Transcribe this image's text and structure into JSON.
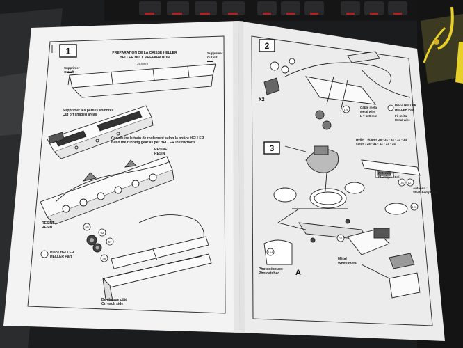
{
  "colors": {
    "background": "#1b1c1e",
    "paper": "#f3f3f3",
    "ink": "#2a2a2a",
    "keyboard_red": "#b02020",
    "cable_yellow": "#e8d02a"
  },
  "left_page": {
    "step_number": "1",
    "title_fr": "PREPARATION DE LA CAISSE HELLER",
    "title_en": "HELLER HULL PREPARATION",
    "dim_label": "15,8mm",
    "label_left_fr": "Supprimer",
    "label_left_en": "Cut off",
    "label_right_fr": "Supprimer",
    "label_right_en": "Cut off",
    "shaded_fr": "Supprimer les parties sombres",
    "shaded_en": "Cut off shaded areas",
    "gear_fr": "Construire le train de roulement selon la notice HELLER",
    "gear_en": "Build the running gear as per HELLER instructions",
    "resine_top_fr": "RESINE",
    "resine_top_en": "RESIN",
    "resine_bottom_fr": "RESINE",
    "resine_bottom_en": "RESIN",
    "heller_part_fr": "Pièce HELLER",
    "heller_part_en": "HELLER Part",
    "part_numbers": [
      "50",
      "62",
      "67",
      "48"
    ],
    "each_side_fr": "De chaque côté",
    "each_side_en": "On each side"
  },
  "right_page": {
    "step2_number": "2",
    "step3_number": "3",
    "x2": "X2",
    "wire_fr": "Câble métal",
    "wire_en": "Metal wire",
    "wire_len": "L = 120 mm",
    "part_126": "126",
    "heller_part_fr": "Pièce HELLER",
    "heller_part_en": "HELLER Part",
    "metal_wire_note_fr": "Fil métal",
    "metal_wire_note_en": "Metal wire",
    "heller_steps_fr": "Heller : étapes 28 - 31 - 32 - 33 - 34",
    "heller_steps_en": "steps : 28 - 31 - 32 - 33 - 34",
    "antenna_fr": "Antenne :",
    "antenna_fr2": "Plastique étiré",
    "antenna_en": "Antenna :",
    "antenna_en2": "Stretched plastic",
    "part_numbers": [
      "100",
      "121",
      "123",
      "27",
      "104"
    ],
    "photo_fr": "Photodécoupe",
    "photo_en": "Photoetched",
    "photo_letter": "A",
    "metal_fr": "Métal",
    "metal_en": "White metal"
  }
}
